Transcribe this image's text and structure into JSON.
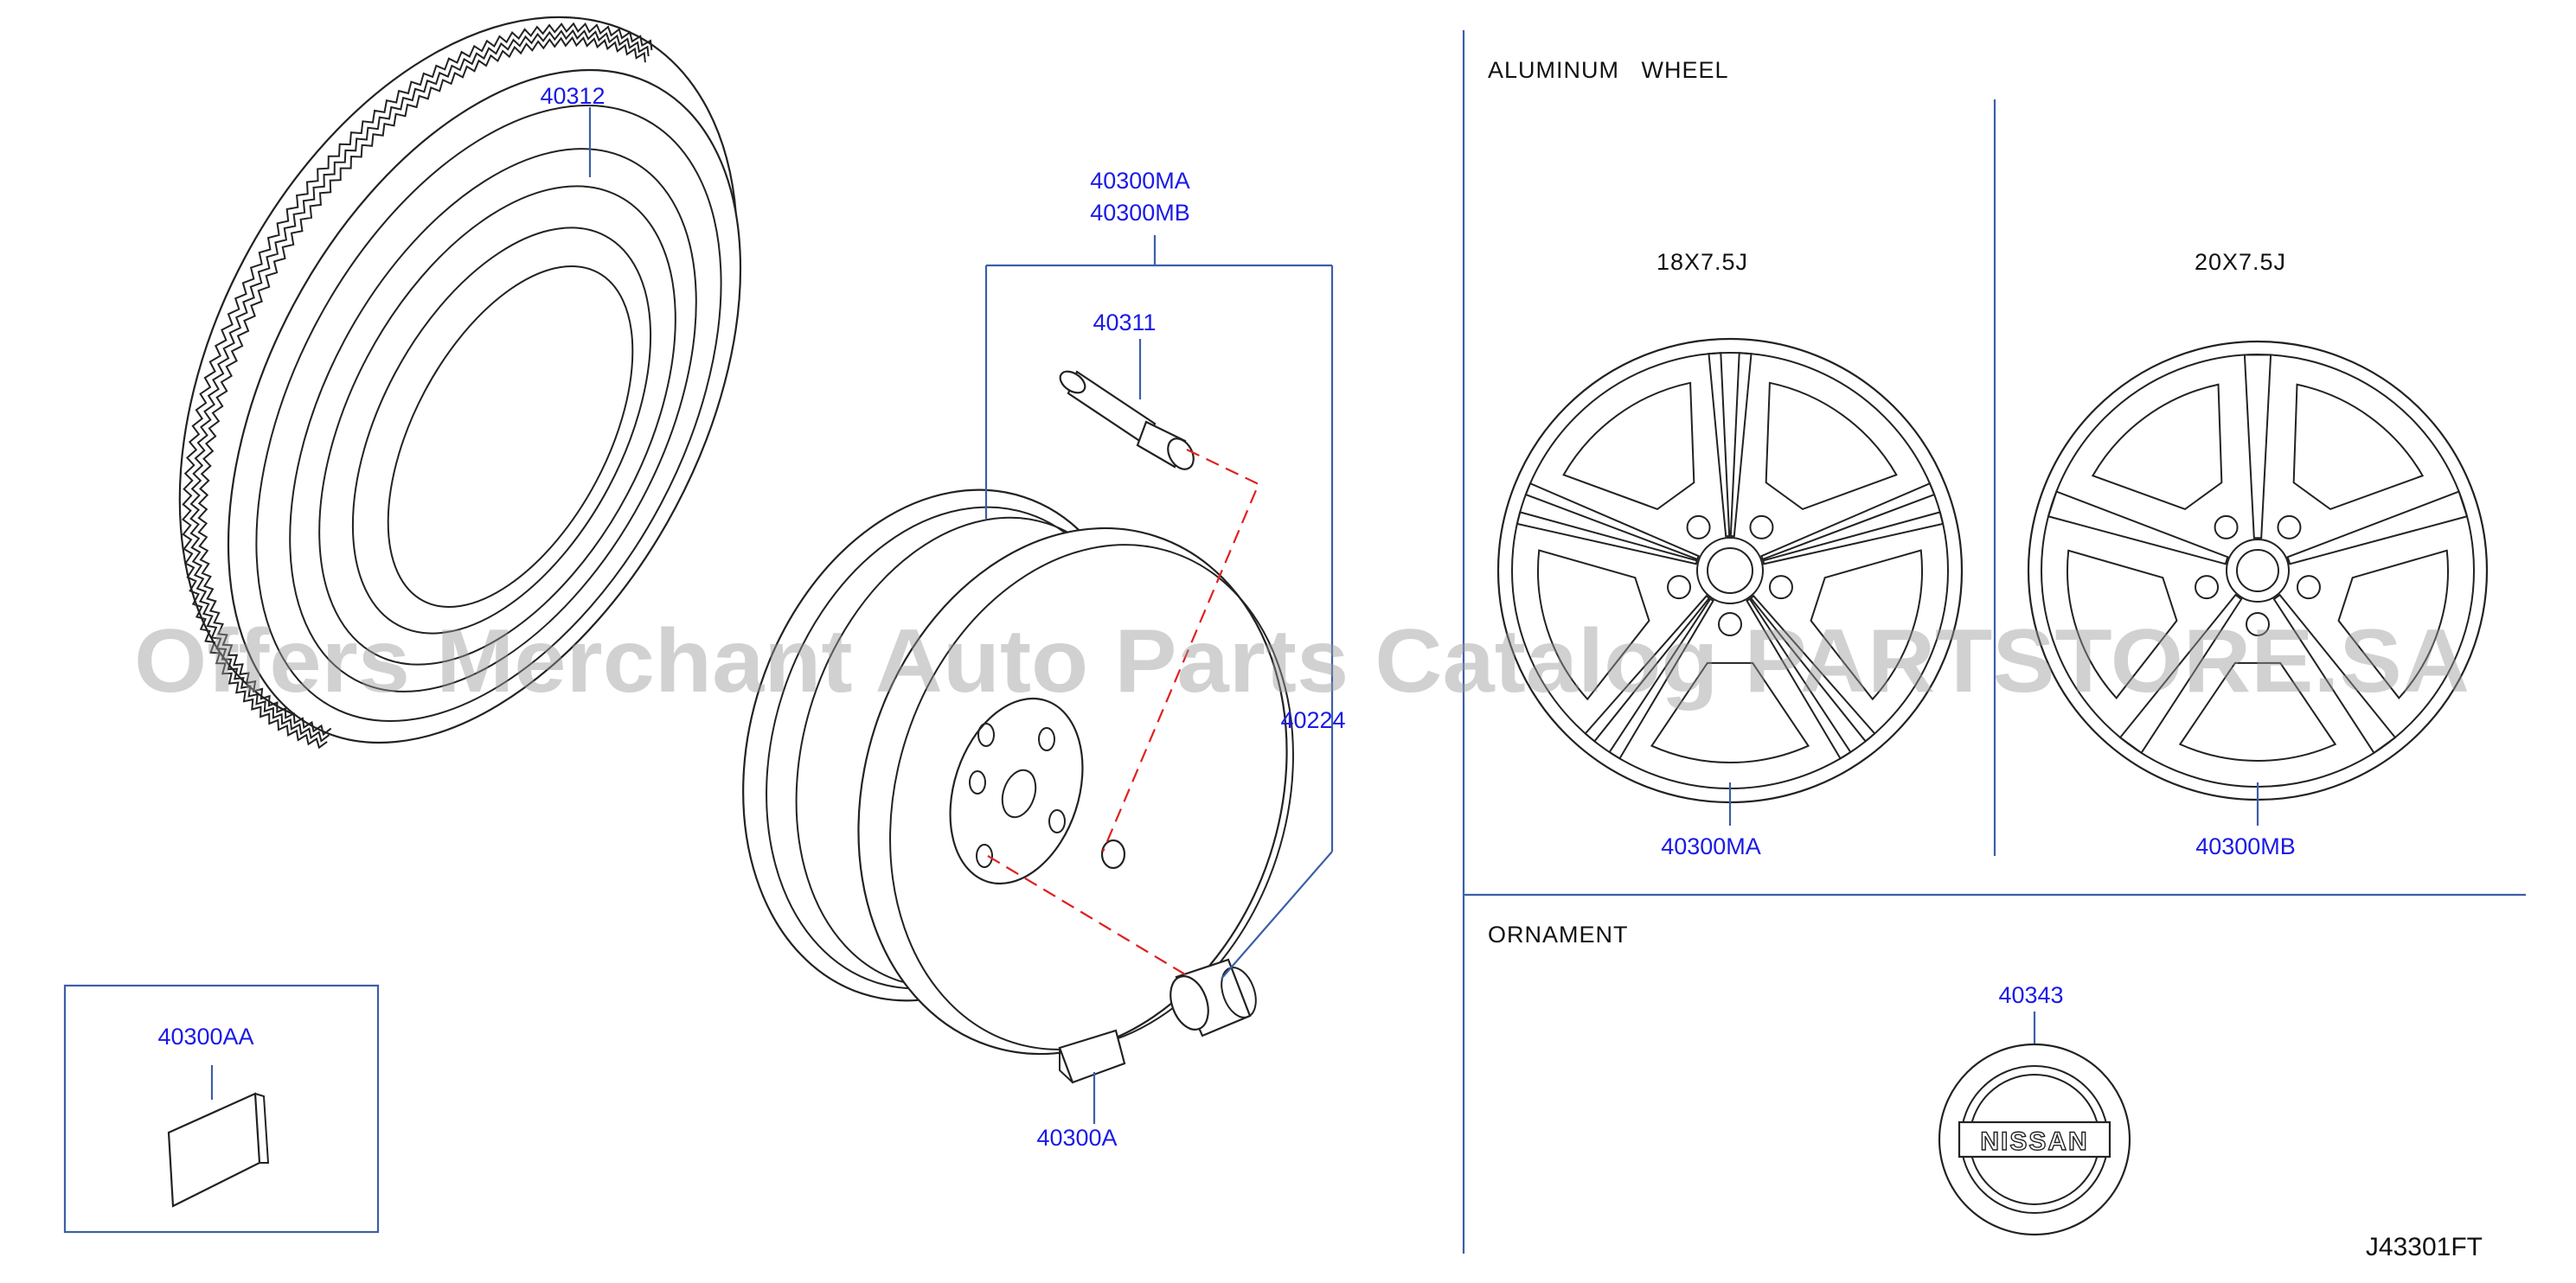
{
  "labels": {
    "tire": "40312",
    "wheel_a": "40300MA",
    "wheel_b": "40300MB",
    "valve": "40311",
    "nut": "40224",
    "weight_box": "40300AA",
    "weight": "40300A",
    "alu_wheel_18": "40300MA",
    "alu_wheel_20": "40300MB",
    "ornament_part": "40343"
  },
  "sections": {
    "aluminum_wheel": "ALUMINUM   WHEEL",
    "ornament": "ORNAMENT"
  },
  "sizes": {
    "wheel_18": "18X7.5J",
    "wheel_20": "20X7.5J"
  },
  "ornament_logo_text": "NISSAN",
  "diagram_code": "J43301FT",
  "watermark": "Offers Merchant Auto Parts Catalog PARTSTORE.SA",
  "colors": {
    "label": "#1a1ae6",
    "leader": "#3c5fa8",
    "dashed": "#e02020",
    "outline": "#222222"
  }
}
